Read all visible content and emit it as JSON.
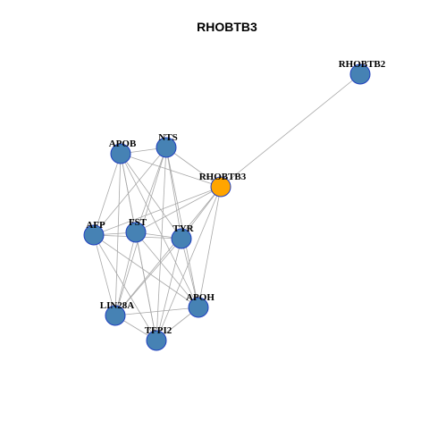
{
  "title": "RHOBTB3",
  "colors": {
    "node_default": "#4682B4",
    "node_highlight": "#FFA500",
    "node_border": "#1f3fbf",
    "edge": "#a8a8a8"
  },
  "nodes": [
    {
      "id": "RHOBTB2",
      "label": "RHOBTB2",
      "highlight": false
    },
    {
      "id": "APOB",
      "label": "APOB",
      "highlight": false
    },
    {
      "id": "NTS",
      "label": "NTS",
      "highlight": false
    },
    {
      "id": "RHOBTB3",
      "label": "RHOBTB3",
      "highlight": true
    },
    {
      "id": "AFP",
      "label": "AFP",
      "highlight": false
    },
    {
      "id": "FST",
      "label": "FST",
      "highlight": false
    },
    {
      "id": "TYR",
      "label": "TYR",
      "highlight": false
    },
    {
      "id": "APOH",
      "label": "APOH",
      "highlight": false
    },
    {
      "id": "LIN28A",
      "label": "LIN28A",
      "highlight": false
    },
    {
      "id": "TFPI2",
      "label": "TFPI2",
      "highlight": false
    }
  ],
  "edges": [
    [
      "RHOBTB3",
      "RHOBTB2"
    ],
    [
      "RHOBTB3",
      "APOB"
    ],
    [
      "RHOBTB3",
      "NTS"
    ],
    [
      "RHOBTB3",
      "AFP"
    ],
    [
      "RHOBTB3",
      "FST"
    ],
    [
      "RHOBTB3",
      "TYR"
    ],
    [
      "RHOBTB3",
      "APOH"
    ],
    [
      "RHOBTB3",
      "LIN28A"
    ],
    [
      "RHOBTB3",
      "TFPI2"
    ],
    [
      "APOB",
      "NTS"
    ],
    [
      "APOB",
      "AFP"
    ],
    [
      "APOB",
      "FST"
    ],
    [
      "APOB",
      "TYR"
    ],
    [
      "APOB",
      "APOH"
    ],
    [
      "APOB",
      "LIN28A"
    ],
    [
      "APOB",
      "TFPI2"
    ],
    [
      "NTS",
      "AFP"
    ],
    [
      "NTS",
      "FST"
    ],
    [
      "NTS",
      "TYR"
    ],
    [
      "NTS",
      "APOH"
    ],
    [
      "NTS",
      "LIN28A"
    ],
    [
      "NTS",
      "TFPI2"
    ],
    [
      "AFP",
      "FST"
    ],
    [
      "AFP",
      "TYR"
    ],
    [
      "AFP",
      "APOH"
    ],
    [
      "AFP",
      "LIN28A"
    ],
    [
      "AFP",
      "TFPI2"
    ],
    [
      "FST",
      "TYR"
    ],
    [
      "FST",
      "APOH"
    ],
    [
      "FST",
      "LIN28A"
    ],
    [
      "FST",
      "TFPI2"
    ],
    [
      "TYR",
      "APOH"
    ],
    [
      "TYR",
      "LIN28A"
    ],
    [
      "TYR",
      "TFPI2"
    ],
    [
      "APOH",
      "LIN28A"
    ],
    [
      "APOH",
      "TFPI2"
    ],
    [
      "LIN28A",
      "TFPI2"
    ]
  ]
}
